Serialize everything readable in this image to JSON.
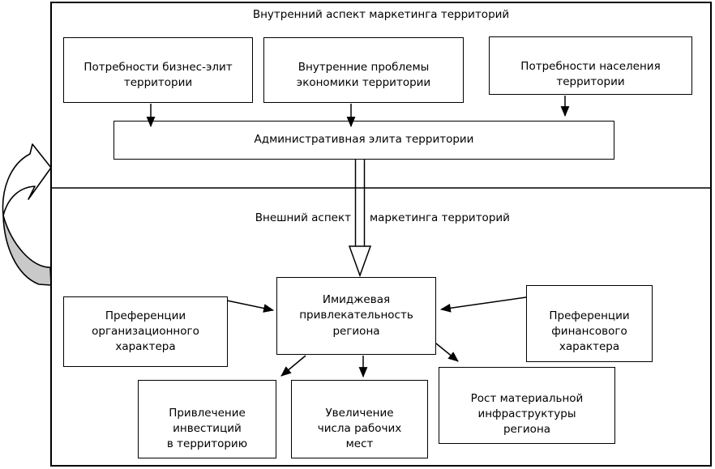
{
  "sections": {
    "internal": {
      "title": "Внутренний аспект маркетинга территорий"
    },
    "external": {
      "title_left": "Внешний аспект",
      "title_right": "маркетинга территорий"
    }
  },
  "boxes": {
    "business_elite_needs": "Потребности бизнес-элит\nтерритории",
    "economy_problems": "Внутренние проблемы\nэкономики территории",
    "population_needs": "Потребности населения\nтерритории",
    "admin_elite": "Административная элита территории",
    "image_attractiveness": "Имиджевая\nпривлекательность\nрегиона",
    "org_preferences": "Преференции\nорганизационного\nхарактера",
    "fin_preferences": "Преференции\nфинансового\nхарактера",
    "investment_attraction": "Привлечение\nинвестиций\nв территорию",
    "jobs_increase": "Увеличение\nчисла рабочих\nмест",
    "infrastructure_growth": "Рост материальной\nинфраструктуры\nрегиона"
  },
  "icons": {
    "cycle_arrow": "circular-feedback-arrow",
    "hollow_down_arrow": "hollow-down-arrow",
    "solid_arrow": "solid-black-arrow"
  },
  "colors": {
    "line": "#000000",
    "background": "#ffffff",
    "cycle_shade": "#c9c9c9"
  }
}
